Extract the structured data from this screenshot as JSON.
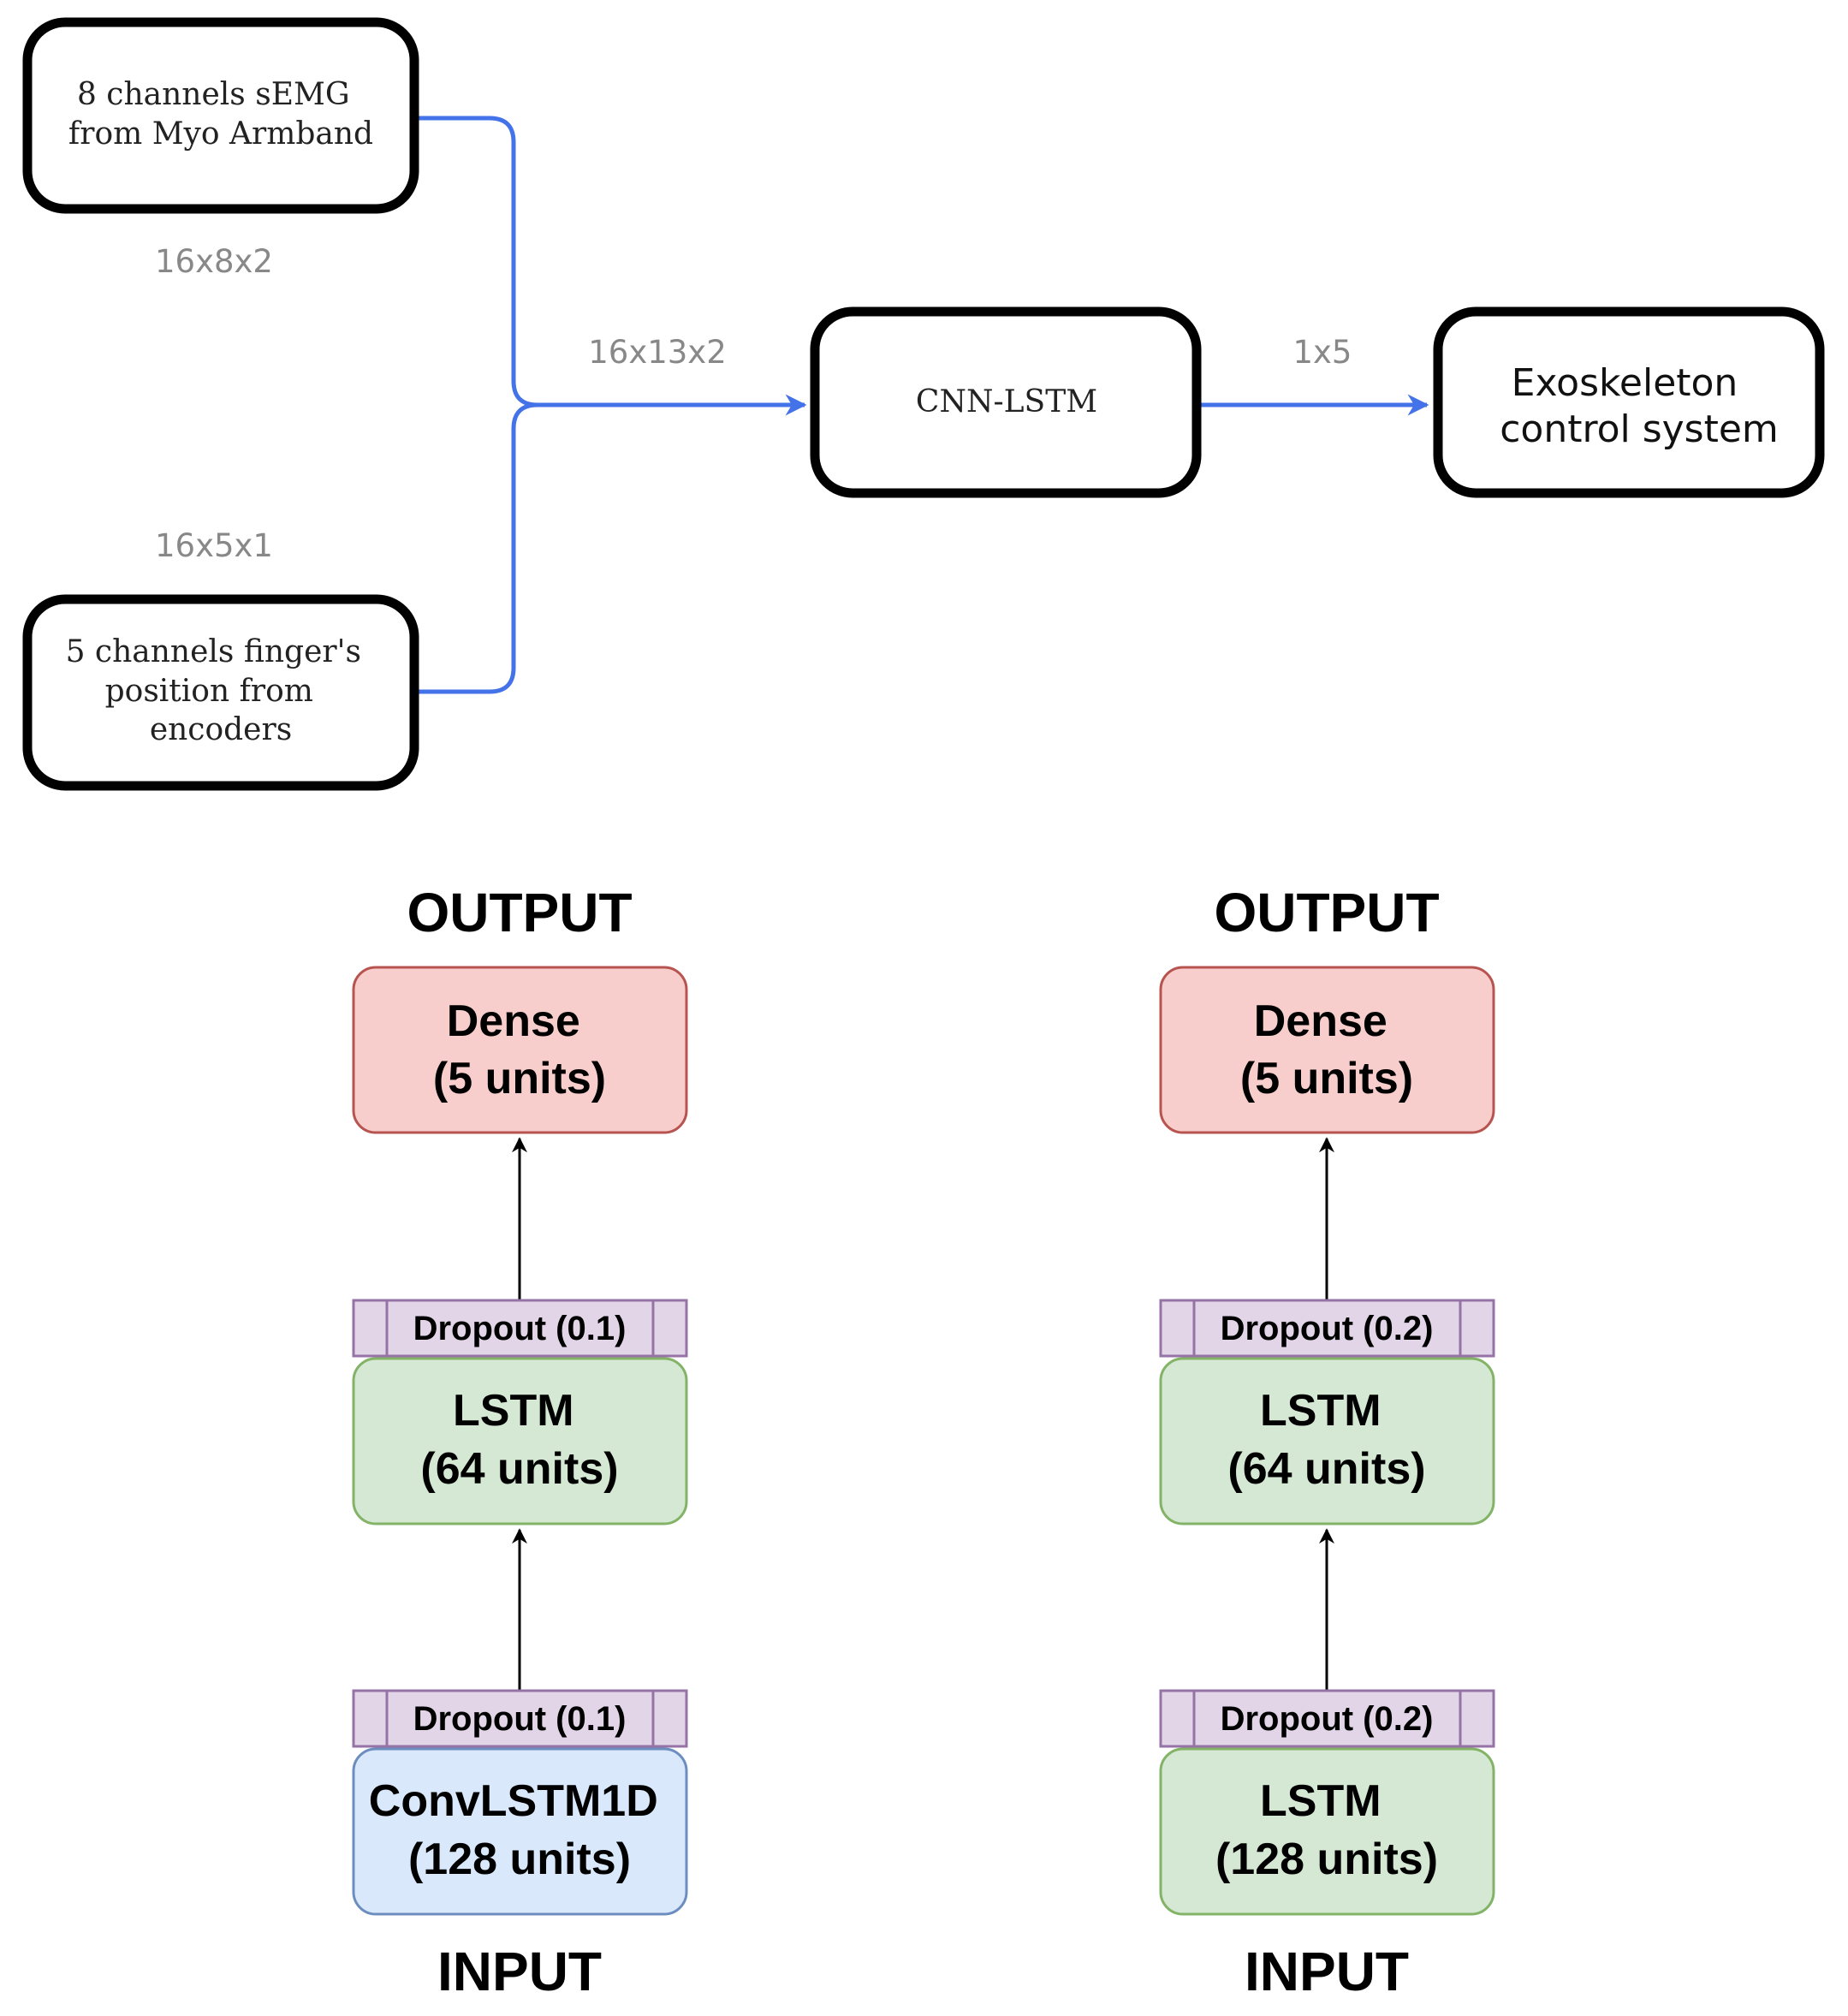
{
  "flow": {
    "semg_box": [
      "8 channels sEMG",
      "from Myo Armband"
    ],
    "encoder_box": [
      "5 channels finger's",
      "position from",
      "encoders"
    ],
    "model_box": "CNN-LSTM",
    "exo_box": [
      "Exoskeleton",
      "control system"
    ],
    "semg_dim": "16x8x2",
    "encoder_dim": "16x5x1",
    "merged_dim": "16x13x2",
    "output_dim": "1x5",
    "arrow_color": "#4472e8"
  },
  "left_model": {
    "output_label": "OUTPUT",
    "input_label": "INPUT",
    "dense": [
      "Dense",
      "(5 units)"
    ],
    "dropout_top": "Dropout (0.1)",
    "lstm_top": [
      "LSTM",
      "(64 units)"
    ],
    "dropout_bottom": "Dropout (0.1)",
    "input_layer": [
      "ConvLSTM1D",
      "(128 units)"
    ]
  },
  "right_model": {
    "output_label": "OUTPUT",
    "input_label": "INPUT",
    "dense": [
      "Dense",
      "(5 units)"
    ],
    "dropout_top": "Dropout (0.2)",
    "lstm_top": [
      "LSTM",
      "(64 units)"
    ],
    "dropout_bottom": "Dropout (0.2)",
    "input_layer": [
      "LSTM",
      "(128 units)"
    ]
  },
  "colors": {
    "dense_fill": "#f8cecc",
    "dense_stroke": "#b85450",
    "lstm_fill": "#d5e8d4",
    "lstm_stroke": "#82b366",
    "dropout_fill": "#e1d5e7",
    "dropout_stroke": "#9673a6",
    "conv_fill": "#dae8fc",
    "conv_stroke": "#6c8ebf",
    "dim_text": "#888888"
  }
}
